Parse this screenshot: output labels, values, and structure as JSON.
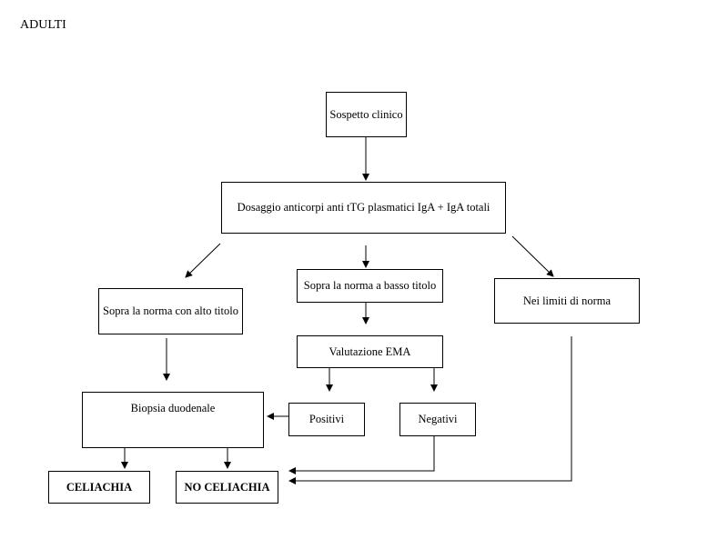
{
  "title": "ADULTI",
  "nodes": {
    "suspect": "Sospetto clinico",
    "dosage": "Dosaggio anticorpi anti tTG plasmatici IgA + IgA totali",
    "high": "Sopra la norma con alto titolo",
    "low": "Sopra la norma a basso titolo",
    "normal": "Nei limiti di norma",
    "ema": "Valutazione EMA",
    "biopsy": "Biopsia duodenale",
    "positive": "Positivi",
    "negative": "Negativi",
    "celiac": "CELIACHIA",
    "no_celiac": "NO CELIACHIA"
  }
}
